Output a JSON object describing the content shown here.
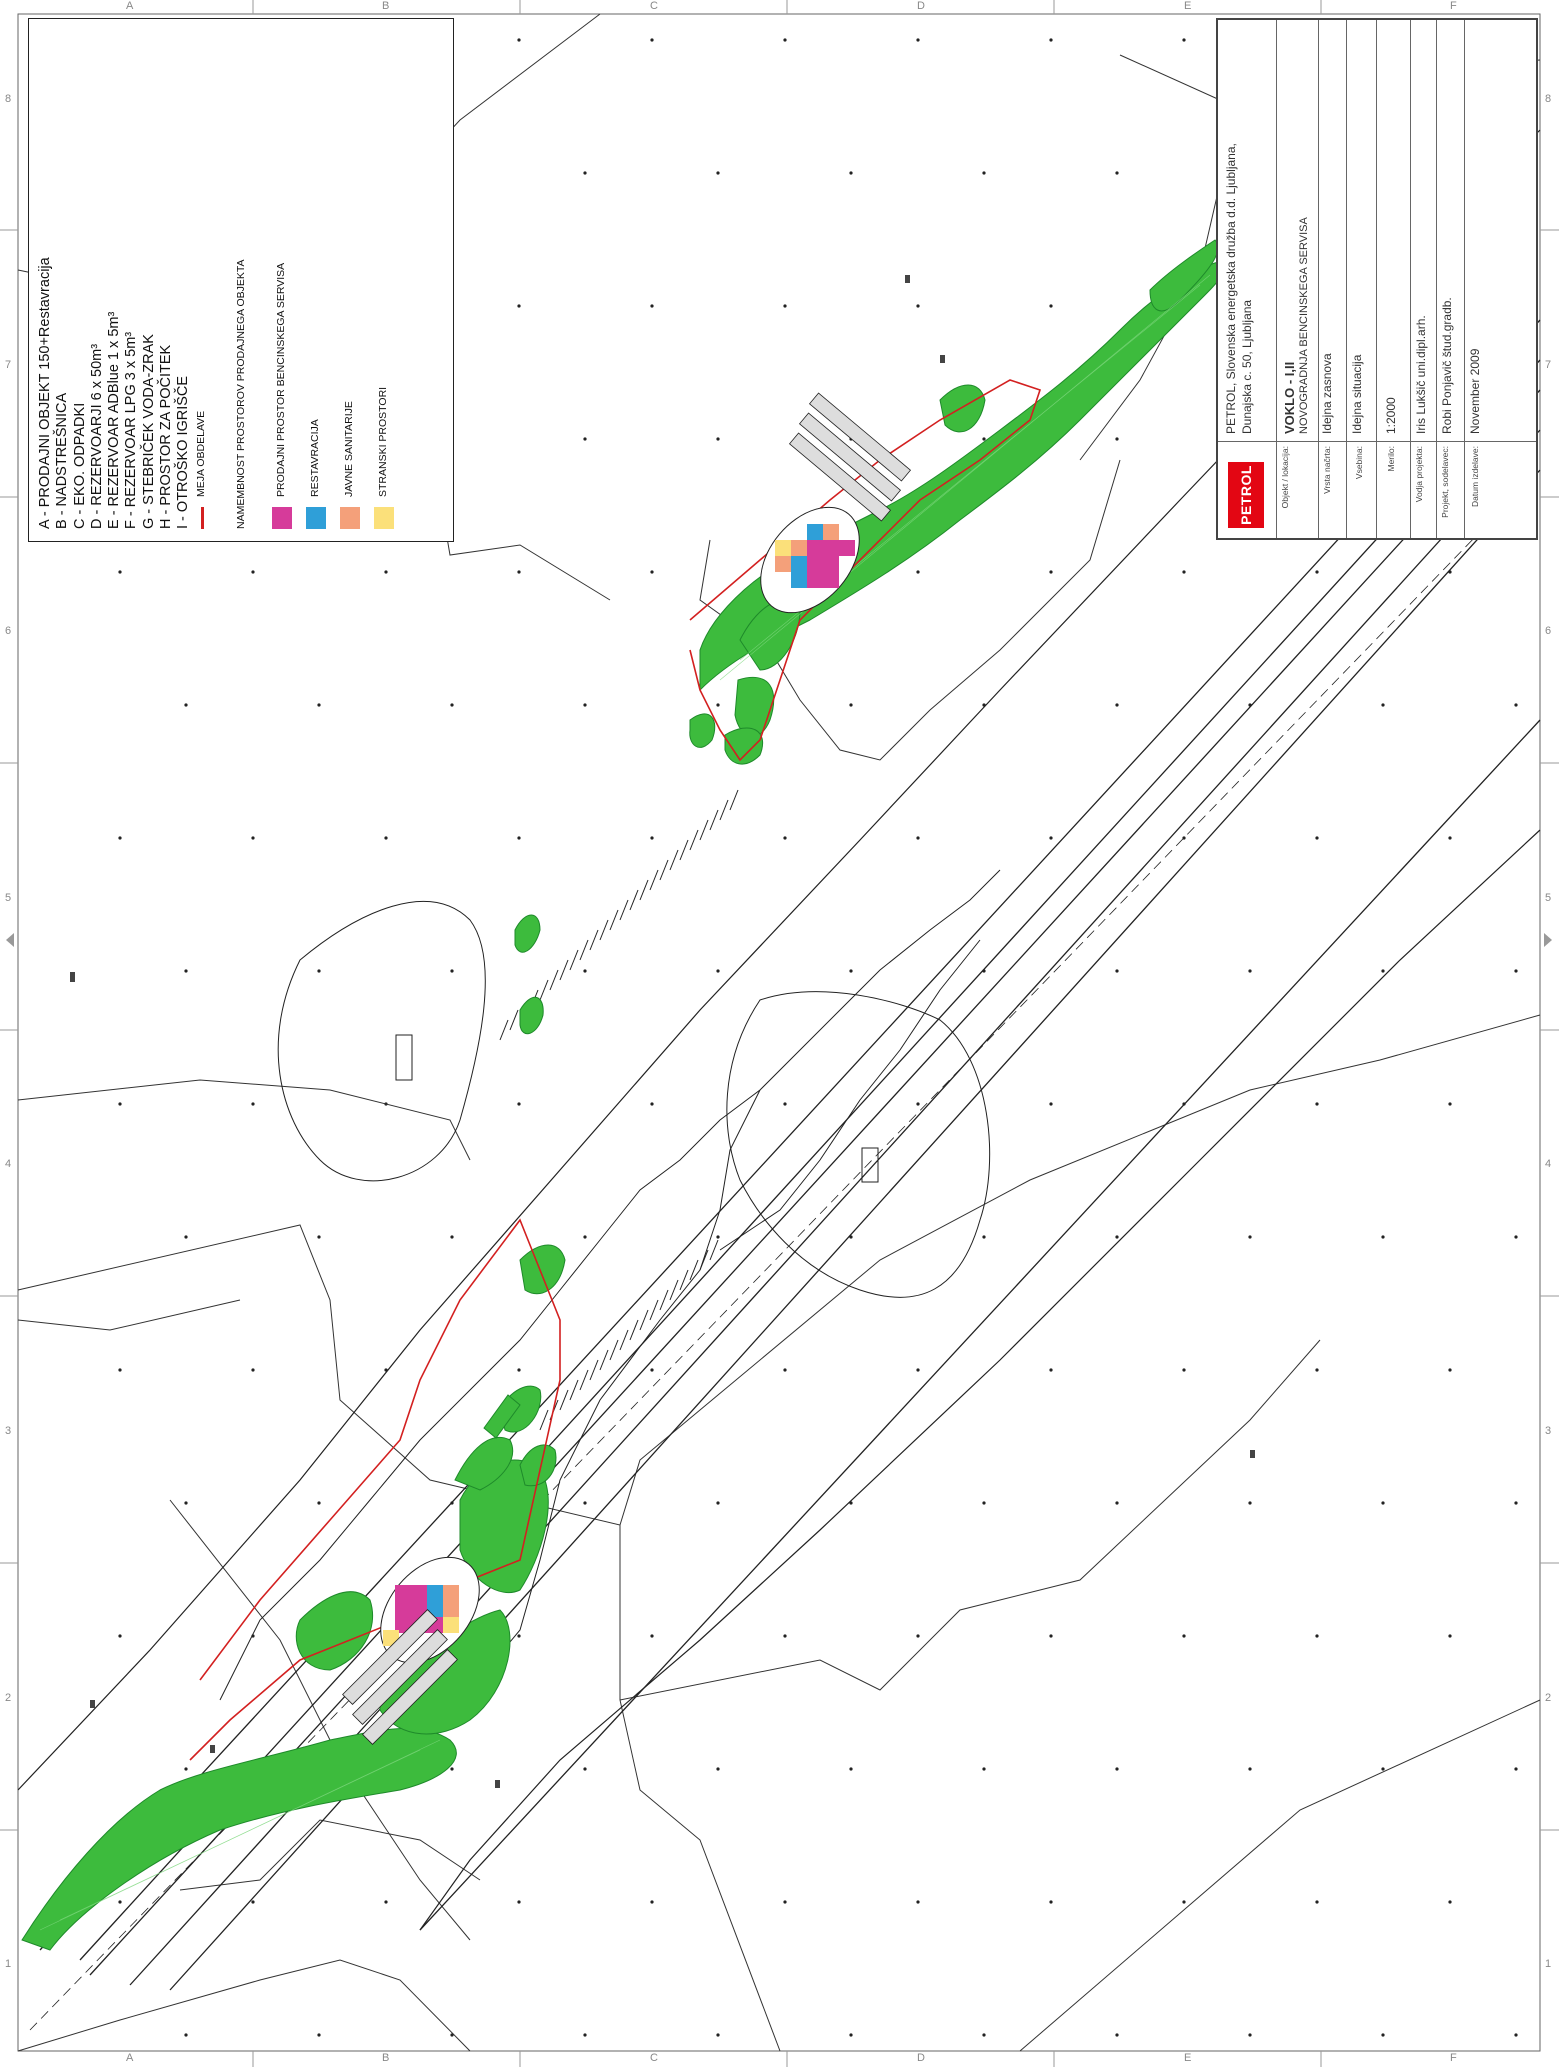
{
  "grid": {
    "letters": [
      "A",
      "B",
      "C",
      "D",
      "E",
      "F"
    ],
    "numbers": [
      "8",
      "7",
      "6",
      "5",
      "4",
      "3",
      "2",
      "1"
    ]
  },
  "legend": {
    "items": [
      "A - PRODAJNI OBJEKT 150+Restavracija",
      "B - NADSTREŠNICA",
      "C - EKO. ODPADKI",
      "D - REZERVOARJI 6 x 50m³",
      "E - REZERVOAR ADBlue 1 x 5m³",
      "F - REZERVOAR LPG  3 x 5m³",
      "G - STEBRIČEK VODA-ZRAK",
      "H - PROSTOR ZA POČITEK",
      "I  -  OTROŠKO IGRIŠČE"
    ],
    "boundary_label": "MEJA OBDELAVE",
    "purpose_heading": "NAMEMBNOST PROSTOROV PRODAJNEGA OBJEKTA",
    "purposes": [
      {
        "label": "PRODAJNI PROSTOR BENCINSKEGA SERVISA",
        "color": "#d63b9a"
      },
      {
        "label": "RESTAVRACIJA",
        "color": "#2f9fd8"
      },
      {
        "label": "JAVNE SANITARIJE",
        "color": "#f4a07a"
      },
      {
        "label": "STRANSKI PROSTORI",
        "color": "#fbe07a"
      }
    ],
    "boundary_color": "#d32020"
  },
  "title_block": {
    "logo_text": "PETROL",
    "object_label": "Objekt / lokacija:",
    "company_line1": "PETROL, Slovenska energetska družba d.d. Ljubljana,",
    "company_line2": "Dunajska c. 50, Ljubljana",
    "project_name": "VOKLO - I,II",
    "project_subtitle": "NOVOGRADNJA BENCINSKEGA SERVISA",
    "rows": [
      {
        "label": "Vrsta načrta:",
        "value": "Idejna zasnova"
      },
      {
        "label": "Vsebina:",
        "value": "Idejna situacija"
      },
      {
        "label": "Merilo:",
        "value": "1:2000"
      },
      {
        "label": "Vodja projekta:",
        "value": "Iris Lukšič uni.dipl.arh."
      },
      {
        "label": "Projekt, sodelavec:",
        "value": "Robi Ponjavič štud.gradb."
      },
      {
        "label": "Datum izdelave:",
        "value": "November 2009"
      }
    ]
  },
  "colors": {
    "green": "#3dbb3d",
    "green_dark": "#1e8a2a",
    "road_line": "#222222",
    "red_line": "#d32020"
  }
}
